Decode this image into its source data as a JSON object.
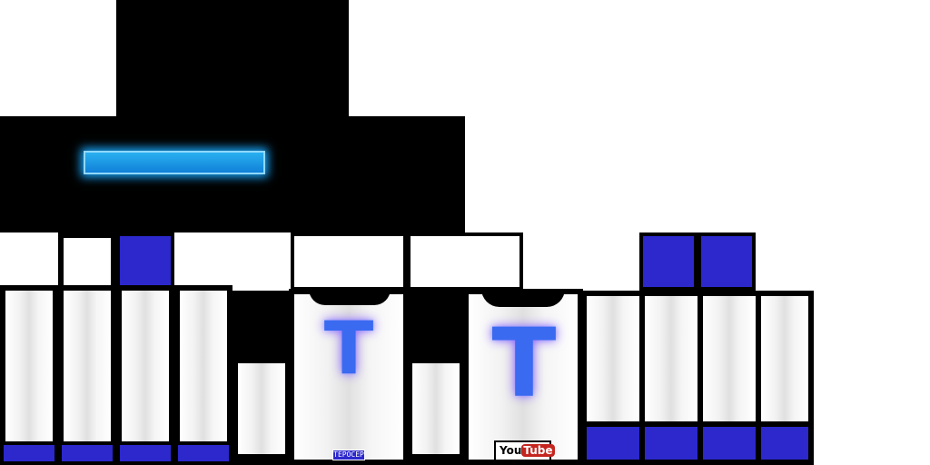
{
  "texture": {
    "type": "skin-template"
  },
  "labels": {
    "badge": "TEPOCEP",
    "youtube_you": "You",
    "youtube_tube": "Tube",
    "logo_left": "T",
    "logo_right": "T"
  },
  "colors": {
    "blue": "#2c28cc",
    "glow": "#19a8ff",
    "logo": "#3a6af0",
    "youtube_red": "#c4261f"
  }
}
